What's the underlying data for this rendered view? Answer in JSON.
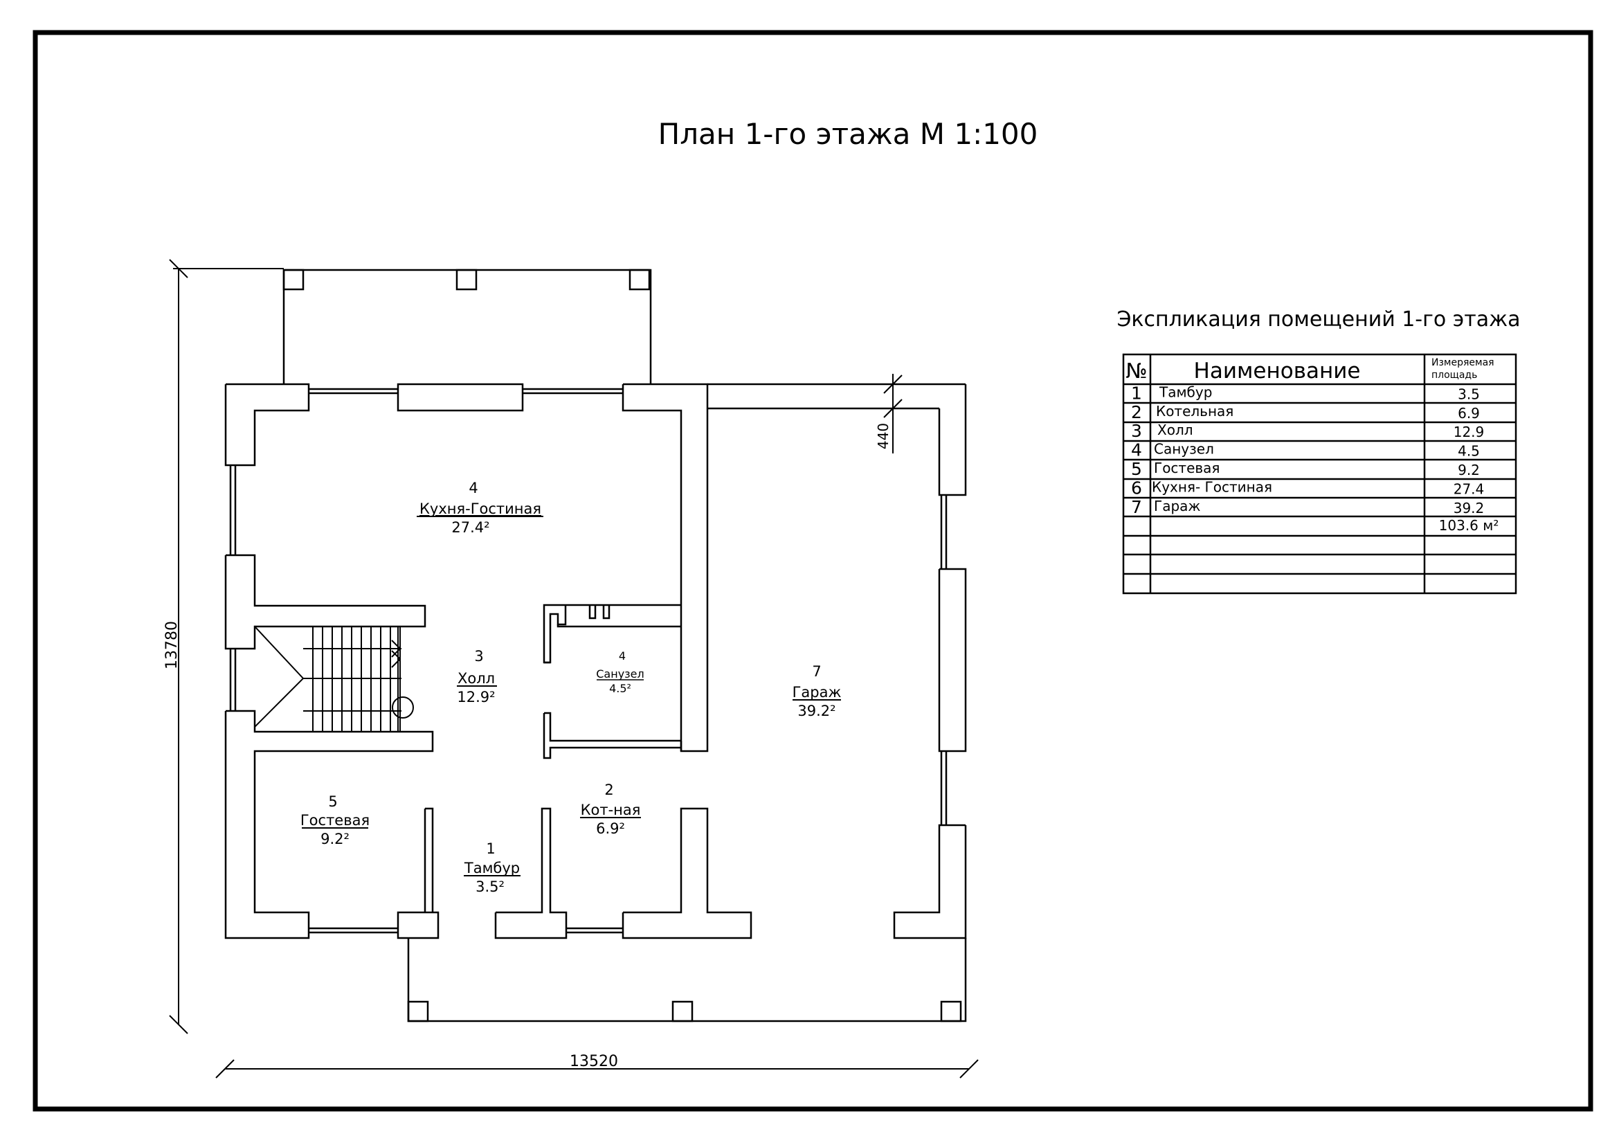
{
  "title": "План 1-го этажа М 1:100",
  "explication": {
    "title": "Экспликация помещений 1-го этажа",
    "header": {
      "num": "№",
      "name": "Наименование",
      "area_line1": "Измеряемая",
      "area_line2": "площадь"
    },
    "rows": [
      {
        "num": "1",
        "name": "Тамбур",
        "area": "3.5"
      },
      {
        "num": "2",
        "name": "Котельная",
        "area": "6.9"
      },
      {
        "num": "3",
        "name": "Холл",
        "area": "12.9"
      },
      {
        "num": "4",
        "name": "Санузел",
        "area": "4.5"
      },
      {
        "num": "5",
        "name": "Гостевая",
        "area": "9.2"
      },
      {
        "num": "6",
        "name": "Кухня- Гостиная",
        "area": "27.4"
      },
      {
        "num": "7",
        "name": "Гараж",
        "area": "39.2"
      }
    ],
    "total": "103.6 м²"
  },
  "rooms": {
    "kitchen": {
      "num": "4",
      "name": "Кухня-Гостиная",
      "area": "27.4²"
    },
    "hall": {
      "num": "3",
      "name": "Холл",
      "area": "12.9²"
    },
    "bathroom": {
      "num": "4",
      "name": "Санузел",
      "area": "4.5²"
    },
    "garage": {
      "num": "7",
      "name": "Гараж",
      "area": "39.2²"
    },
    "guest": {
      "num": "5",
      "name": "Гостевая",
      "area": "9.2²"
    },
    "boiler": {
      "num": "2",
      "name": "Кот-ная",
      "area": "6.9²"
    },
    "vestibule": {
      "num": "1",
      "name": "Тамбур",
      "area": "3.5²"
    }
  },
  "dimensions": {
    "height": "13780",
    "width": "13520",
    "wall_offset": "440"
  }
}
